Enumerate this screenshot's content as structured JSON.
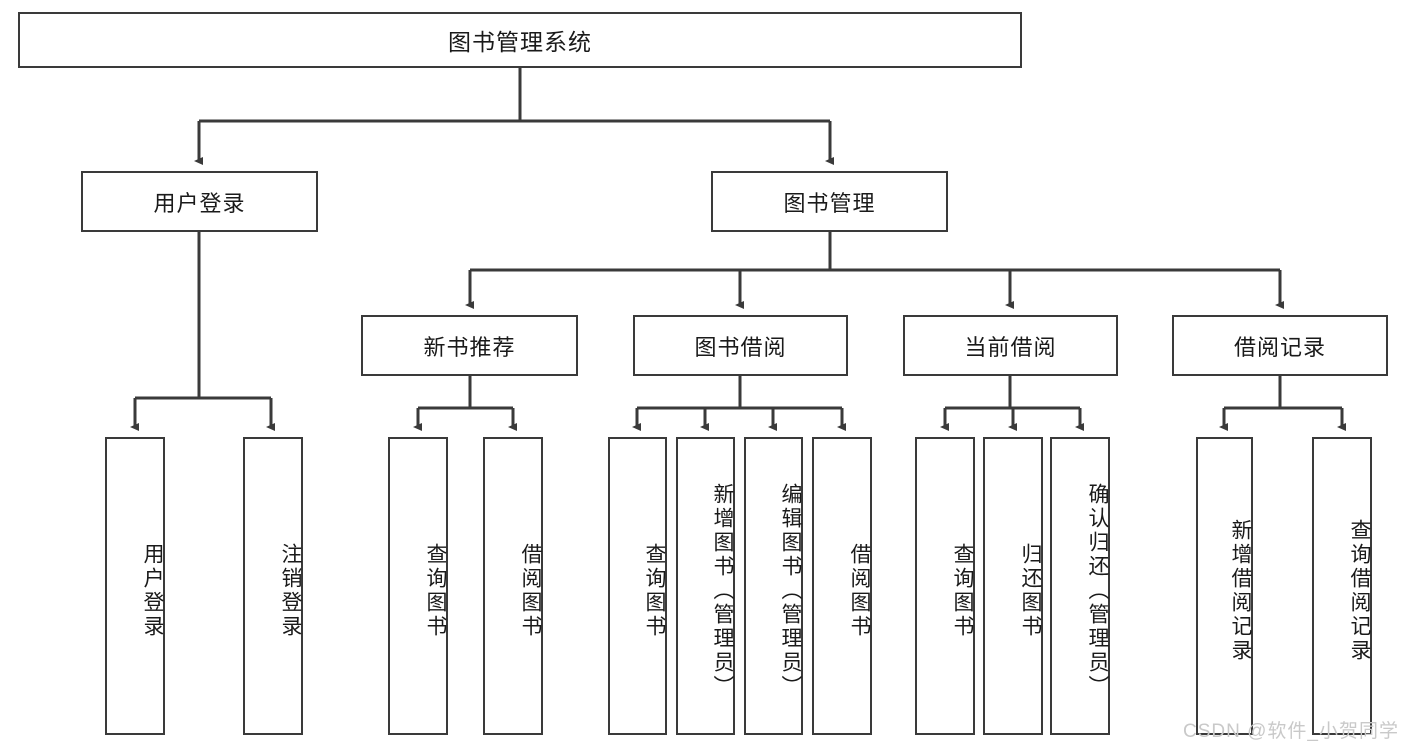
{
  "diagram": {
    "title": "图书管理系统",
    "watermark": "CSDN @软件_小贺同学",
    "colors": {
      "border": "#3a3a3a",
      "background": "#ffffff",
      "text": "#1a1a1a",
      "watermark": "#c9c9c9"
    },
    "levels": {
      "level1": {
        "label": "图书管理系统"
      },
      "level2": [
        {
          "id": "user-login",
          "label": "用户登录"
        },
        {
          "id": "book-management",
          "label": "图书管理"
        }
      ],
      "level3": [
        {
          "id": "new-book-recommend",
          "label": "新书推荐"
        },
        {
          "id": "book-borrow",
          "label": "图书借阅"
        },
        {
          "id": "current-borrow",
          "label": "当前借阅"
        },
        {
          "id": "borrow-record",
          "label": "借阅记录"
        }
      ],
      "leaves": {
        "user_login": [
          {
            "id": "leaf-user-login",
            "label": "用户登录"
          },
          {
            "id": "leaf-user-logout",
            "label": "注销登录"
          }
        ],
        "new_book_recommend": [
          {
            "id": "leaf-query-book-1",
            "label": "查询图书"
          },
          {
            "id": "leaf-borrow-book-1",
            "label": "借阅图书"
          }
        ],
        "book_borrow": [
          {
            "id": "leaf-query-book-2",
            "label": "查询图书"
          },
          {
            "id": "leaf-add-book",
            "label": "新增图书（管理员）"
          },
          {
            "id": "leaf-edit-book",
            "label": "编辑图书（管理员）"
          },
          {
            "id": "leaf-borrow-book-2",
            "label": "借阅图书"
          }
        ],
        "current_borrow": [
          {
            "id": "leaf-query-book-3",
            "label": "查询图书"
          },
          {
            "id": "leaf-return-book",
            "label": "归还图书"
          },
          {
            "id": "leaf-confirm-return",
            "label": "确认归还（管理员）"
          }
        ],
        "borrow_record": [
          {
            "id": "leaf-add-record",
            "label": "新增借阅记录"
          },
          {
            "id": "leaf-query-record",
            "label": "查询借阅记录"
          }
        ]
      }
    }
  }
}
